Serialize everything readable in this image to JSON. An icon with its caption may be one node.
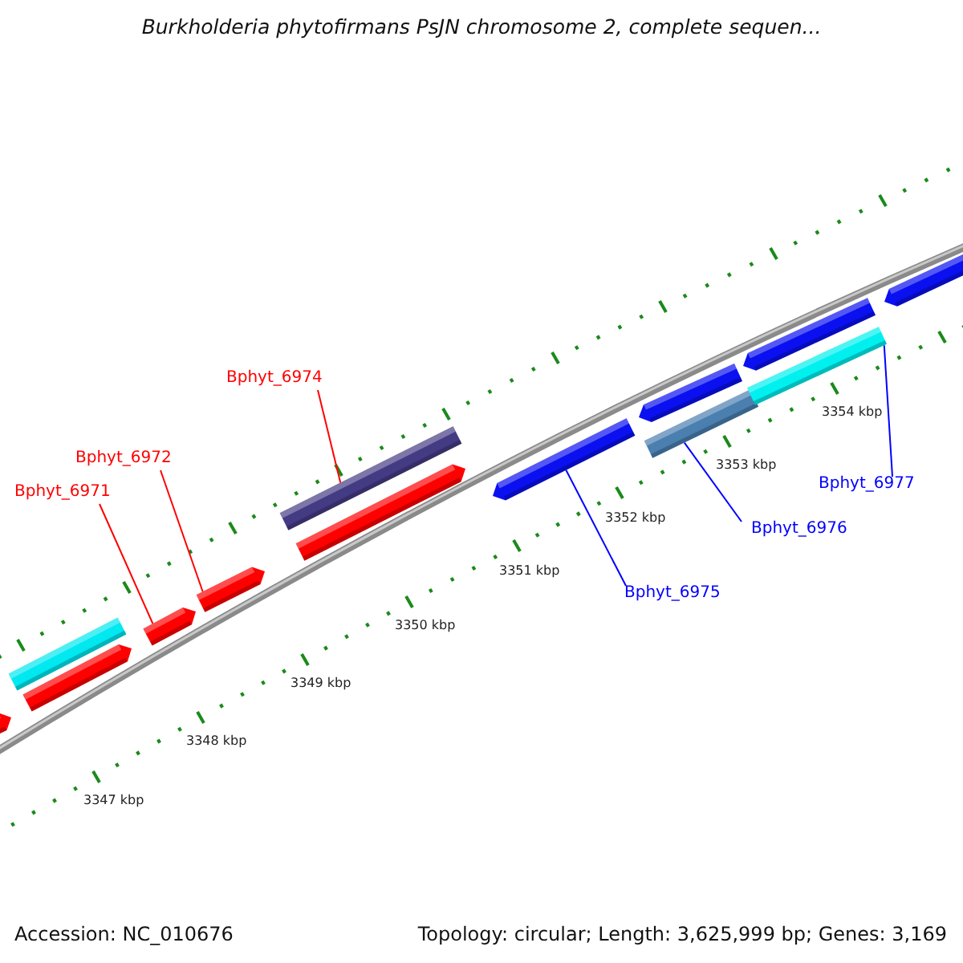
{
  "diagram": {
    "title": "Burkholderia phytofirmans PsJN chromosome 2, complete sequen...",
    "nodes": [
      {
        "text": [],
        "shape": "bar"
      },
      {
        "text": [],
        "shape": "pentagon"
      },
      {
        "text": [],
        "shape": "pentagon"
      },
      {
        "text": [],
        "shape": "pentagon"
      },
      {
        "text": [],
        "shape": "pentagon"
      },
      {
        "text": [],
        "shape": "bar"
      },
      {
        "text": [],
        "shape": "pentagon"
      },
      {
        "text": [],
        "shape": "pentagon"
      },
      {
        "text": [],
        "shape": "pentagon"
      },
      {
        "text": [],
        "shape": "bar"
      },
      {
        "text": [],
        "shape": "pentagon"
      },
      {
        "text": [],
        "shape": "bar"
      },
      {
        "text": [],
        "shape": "pentagon"
      },
      {
        "text": [
          "Bphyt_6971"
        ]
      },
      {
        "text": [
          "Bphyt_6972"
        ]
      },
      {
        "text": [
          "Bphyt_6974"
        ]
      },
      {
        "text": [
          "Bphyt_6975"
        ]
      },
      {
        "text": [
          "Bphyt_6976"
        ]
      },
      {
        "text": [
          "Bphyt_6977"
        ]
      }
    ],
    "edges": [
      {
        "from": 13,
        "to": 3,
        "arrow": "none",
        "color": "#ff0000"
      },
      {
        "from": 14,
        "to": 4,
        "arrow": "none",
        "color": "#ff0000"
      },
      {
        "from": 15,
        "to": 5,
        "arrow": "none",
        "color": "#ff0000"
      },
      {
        "from": 16,
        "to": 7,
        "arrow": "none",
        "color": "#0000ff"
      },
      {
        "from": 17,
        "to": 9,
        "arrow": "none",
        "color": "#0000ff"
      },
      {
        "from": 18,
        "to": 11,
        "arrow": "none",
        "color": "#0000ff"
      }
    ],
    "labels": [
      "3347 kbp",
      "3348 kbp",
      "3349 kbp",
      "3350 kbp",
      "3351 kbp",
      "3352 kbp",
      "3353 kbp",
      "3354 kbp",
      "Accession: NC_010676",
      "Topology: circular; Length: 3,625,999 bp; Genes: 3,169"
    ]
  }
}
